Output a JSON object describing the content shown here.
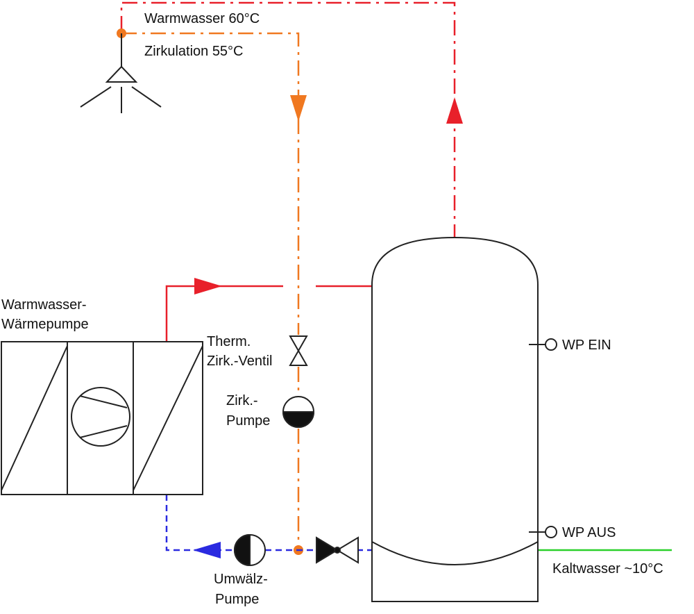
{
  "labels": {
    "warmwasser": "Warmwasser 60°C",
    "zirkulation": "Zirkulation 55°C",
    "wp_line1": "Warmwasser-",
    "wp_line2": "Wärmepumpe",
    "ventil_line1": "Therm.",
    "ventil_line2": "Zirk.-Ventil",
    "zirkpumpe_line1": "Zirk.-",
    "zirkpumpe_line2": "Pumpe",
    "umwaelz_line1": "Umwälz-",
    "umwaelz_line2": "Pumpe",
    "wp_ein": "WP EIN",
    "wp_aus": "WP AUS",
    "kaltwasser": "Kaltwasser ~10°C"
  },
  "colors": {
    "hot_water": "#e8202a",
    "circulation": "#f07820",
    "cold_return": "#2a2ae0",
    "cold_water_inlet": "#2ad02a",
    "outline": "#222222"
  },
  "icons": [
    "shower-icon",
    "thermostatic-valve-icon",
    "pump-icon",
    "check-valve-icon",
    "compressor-icon",
    "sensor-icon"
  ]
}
